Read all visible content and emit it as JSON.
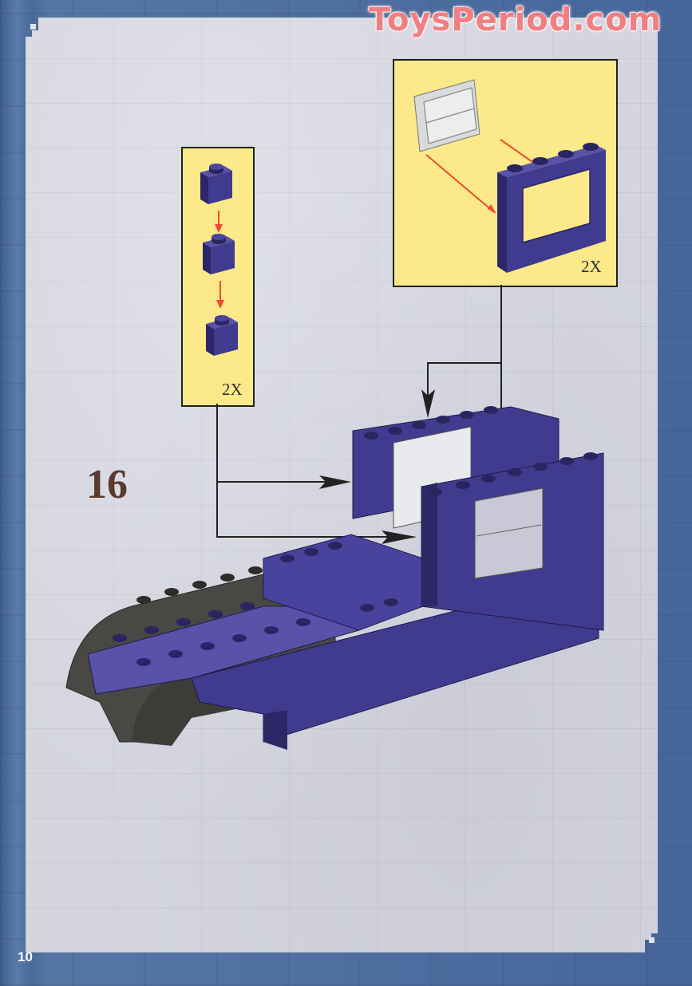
{
  "watermark": {
    "text": "ToysPeriod.com"
  },
  "page": {
    "number": "10"
  },
  "step": {
    "number": "16"
  },
  "callouts": [
    {
      "id": "callout-bricks",
      "quantity": "2X",
      "parts": [
        "1x1 brick",
        "1x1 brick",
        "1x1 brick"
      ],
      "part_color": "dark purple"
    },
    {
      "id": "callout-window",
      "quantity": "2X",
      "parts": [
        "window glass pane",
        "1x4x3 window frame"
      ],
      "part_color": "dark purple"
    }
  ],
  "colors": {
    "callout_bg": "#fbe98a",
    "brick_purple": "#413b8f",
    "brick_gray": "#4a4844",
    "arrow_red": "#ee4a36",
    "step_number": "#5a3a2e",
    "watermark": "#ef7f82",
    "page_bg": "#d4d5df",
    "border_blue": "#4f6f9c"
  }
}
